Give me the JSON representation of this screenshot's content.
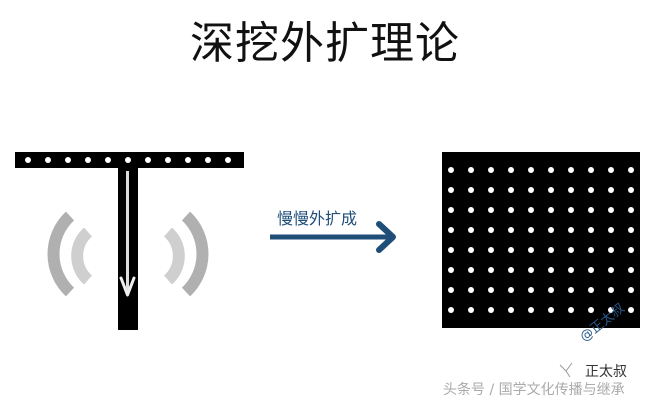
{
  "title": "深挖外扩理论",
  "left_figure": {
    "shape": "T-shape",
    "bar_dots": 11,
    "color": "#000000",
    "dot_color": "#ffffff",
    "arc_color": "#b5b5b5",
    "down_arrow": "down-arrow-icon"
  },
  "arrow": {
    "label": "慢慢外扩成",
    "color": "#1f4e79"
  },
  "right_figure": {
    "shape": "square-grid",
    "columns": 10,
    "rows": 8,
    "color": "#000000",
    "dot_color": "#ffffff"
  },
  "watermark": {
    "handle": "@正太叔",
    "name": "正太叔",
    "source": "头条号 / 国学文化传播与继承"
  }
}
